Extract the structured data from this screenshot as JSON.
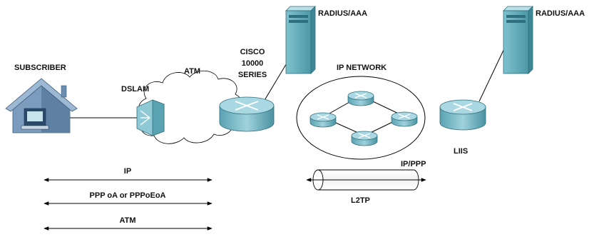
{
  "labels": {
    "subscriber": "SUBSCRIBER",
    "dslam": "DSLAM",
    "atm_cloud": "ATM",
    "cisco_line1": "CISCO",
    "cisco_line2": "10000",
    "cisco_line3": "SERIES",
    "radius_left": "RADIUS/AAA",
    "radius_right": "RADIUS/AAA",
    "ip_network": "IP NETWORK",
    "liis": "LIIS",
    "ip_ppp": "IP/PPP",
    "l2tp": "L2TP"
  },
  "protocol_stack": [
    {
      "label": "IP"
    },
    {
      "label": "PPP oA or PPPoEoA"
    },
    {
      "label": "ATM"
    }
  ],
  "colors": {
    "device_light": "#b7dee6",
    "device_mid": "#6fb3c1",
    "device_dark": "#3f8797",
    "house": "#6c8fb0",
    "line": "#000000"
  }
}
